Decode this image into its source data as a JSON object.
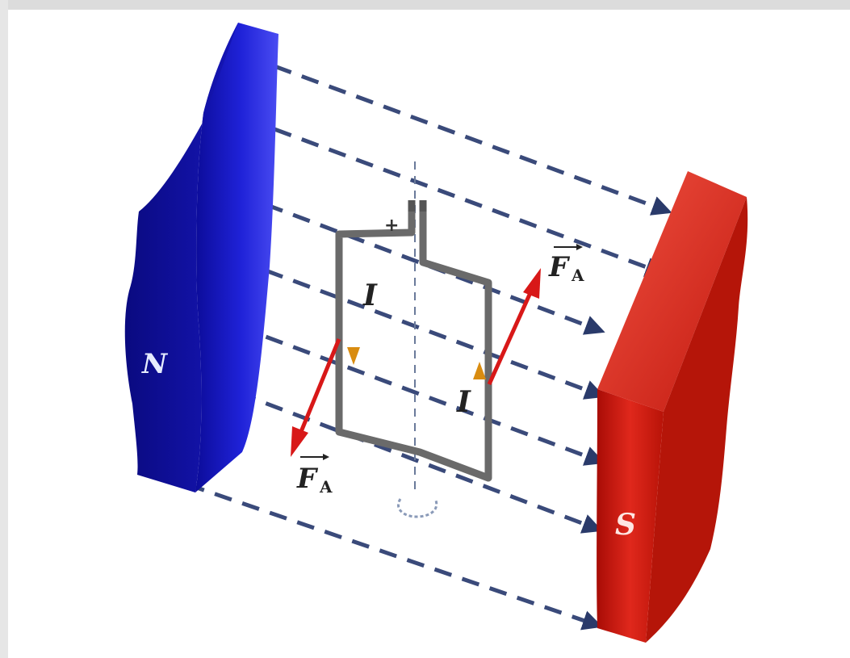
{
  "diagram": {
    "north_pole_label": "N",
    "south_pole_label": "S",
    "current_label": "I",
    "force_label": "F",
    "force_subscript": "A",
    "terminal_plus": "+",
    "colors": {
      "north_magnet": "#1a1ad6",
      "south_magnet": "#d61e12",
      "field_lines": "#3a4a7a",
      "loop_frame": "#6a6a6a",
      "force_arrow": "#d81818",
      "current_arrow": "#e8a21a"
    }
  }
}
